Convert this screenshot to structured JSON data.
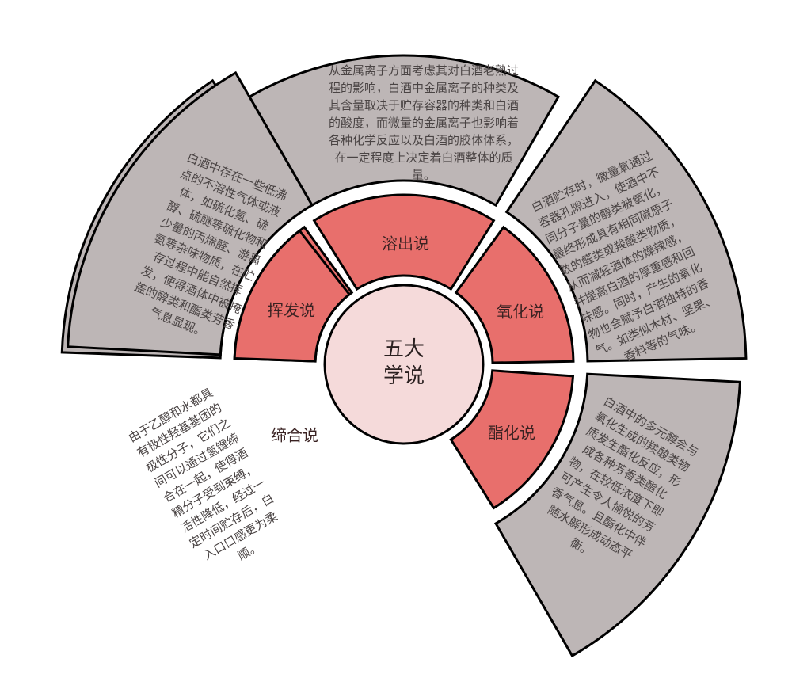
{
  "center": {
    "line1": "五大",
    "line2": "学说",
    "color": "#f5dada"
  },
  "colors": {
    "outer": "#bdb6b6",
    "middle": "#e86f6c",
    "outline": "#000000"
  },
  "theories": [
    {
      "label": "溶出说",
      "lines": [
        "从金属离子方面考虑其对白酒老熟过",
        "程的影响，白酒中金属离子的种类及",
        "其含量取决于贮存容器的种类和白酒",
        "的酸度，而微量的金属离子也影响着",
        "各种化学反应以及白酒的胶体体系，",
        "在一定程度上决定着白酒整体的质",
        "量。"
      ]
    },
    {
      "label": "挥发说",
      "lines": [
        "白酒中存在一些低沸",
        "点的不溶性气体或液",
        "体，如硫化氢、硫",
        "醇、硫醚等硫化物和",
        "少量的丙烯醛、游离",
        "氨等杂味物质，在贮",
        "存过程中能自然挥",
        "发，使得酒体中被掩",
        "盖的醇类和酯类芳香",
        "气息显现。"
      ]
    },
    {
      "label": "氧化说",
      "lines": [
        "白酒贮存时，微量氧通过",
        "容器孔隙进入，使酒中不",
        "同分子量的醇类被氧化，",
        "最终形成具有相同碳原子",
        "数的醛类或羧酸类物质，",
        "从而减轻酒体的燥辣感，",
        "并提高白酒的厚重感和回",
        "味感。同时，产生的氧化",
        "物也会赋予白酒独特的香",
        "气。如类似木材、坚果、",
        "香料等的气味。"
      ]
    },
    {
      "label": "缔合说",
      "lines": [
        "由于乙醇和水都具",
        "有极性羟基基团的",
        "极性分子，它们之",
        "间可以通过氢键缔",
        "合在一起，使得酒",
        "精分子受到束缚，",
        "活性降低，经过一",
        "定时间贮存后，白",
        "入口口感更为柔",
        "顺。"
      ]
    },
    {
      "label": "酯化说",
      "lines": [
        "白酒中的多元醇会与",
        "氧化生成的羧酸类物",
        "质发生酯化反应，形",
        "成各种芳香类酯化",
        "物，在较低浓度下即",
        "可产生令人愉悦的芳",
        "香气息。且酯化中伴",
        "随水解形成动态平",
        "衡。"
      ]
    }
  ]
}
